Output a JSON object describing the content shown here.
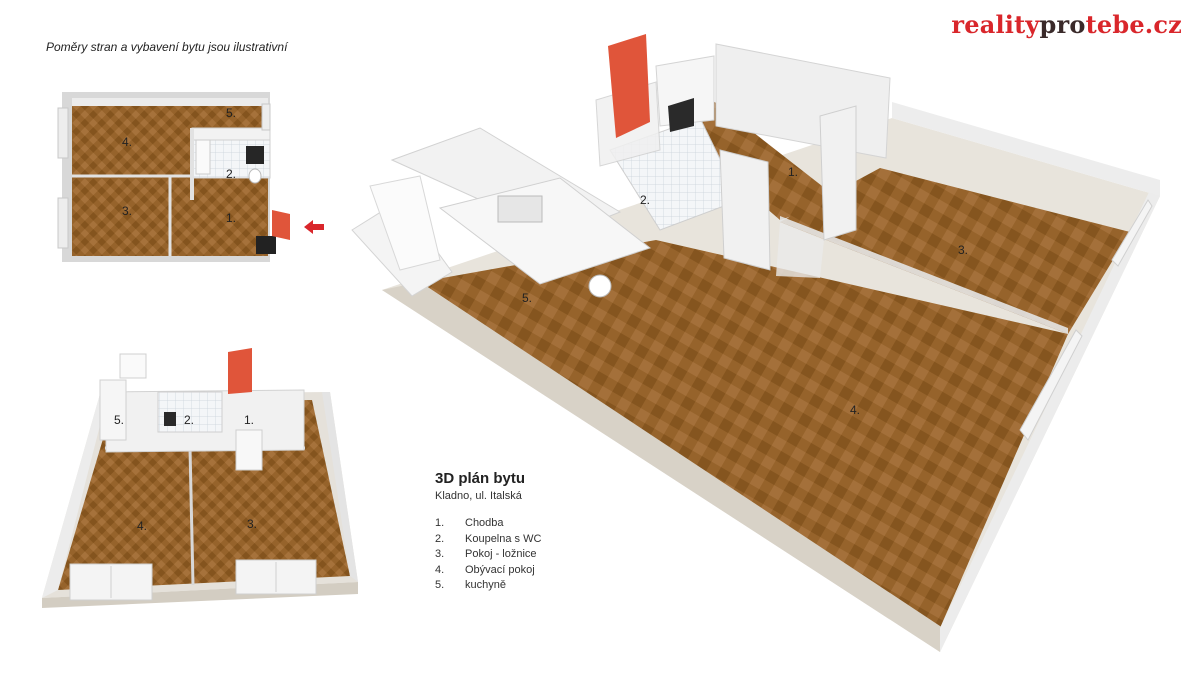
{
  "note": "Poměry stran a vybavení bytu jsou ilustrativní",
  "logo": {
    "part1": "reality",
    "part2": "pro",
    "part3": "tebe.cz"
  },
  "colors": {
    "floor": "#93612a",
    "floor_dark": "#7b4e1f",
    "wall": "#e4e4e4",
    "door": "#e0553a",
    "logo_red": "#d9262b",
    "arrow": "#d9262b"
  },
  "legend": {
    "title": "3D plán bytu",
    "subtitle": "Kladno, ul. Italská",
    "items": [
      {
        "num": "1.",
        "label": "Chodba"
      },
      {
        "num": "2.",
        "label": "Koupelna s WC"
      },
      {
        "num": "3.",
        "label": "Pokoj - ložnice"
      },
      {
        "num": "4.",
        "label": "Obývací pokoj"
      },
      {
        "num": "5.",
        "label": "kuchyně"
      }
    ]
  },
  "views": {
    "top": {
      "labels": [
        "1.",
        "2.",
        "3.",
        "4.",
        "5."
      ]
    },
    "iso_small": {
      "labels": [
        "1.",
        "2.",
        "3.",
        "4.",
        "5."
      ]
    },
    "iso_large": {
      "labels": [
        "1.",
        "2.",
        "3.",
        "4.",
        "5."
      ]
    }
  }
}
